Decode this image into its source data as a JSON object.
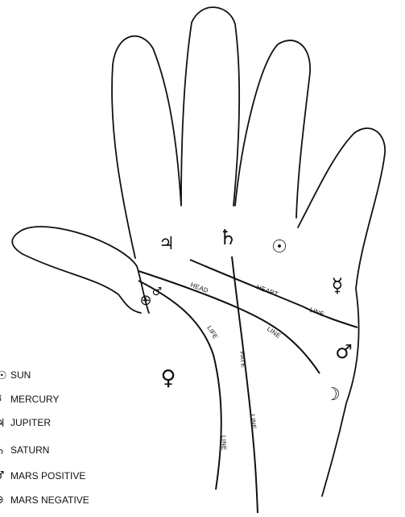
{
  "planet_symbols": {
    "jupiter": "♃",
    "saturn": "♄",
    "sun": "☉",
    "mercury": "☿",
    "mars_positive": "♂",
    "mars_negative": "⊕",
    "venus": "♀",
    "moon": "☽"
  },
  "line_labels": {
    "heart": "HEART",
    "head": "HEAD",
    "line_heart": "LINE",
    "line_head": "LINE",
    "life": "LIFE",
    "line_life": "LINE",
    "fate": "FATE",
    "line_fate": "LINE"
  },
  "legend": [
    {
      "glyph": "☉",
      "label": "SUN"
    },
    {
      "glyph": "☿",
      "label": "MERCURY"
    },
    {
      "glyph": "♃",
      "label": "JUPITER"
    },
    {
      "glyph": "♄",
      "label": "SATURN"
    },
    {
      "glyph": "♂",
      "label": "MARS POSITIVE"
    },
    {
      "glyph": "⊕",
      "label": "MARS NEGATIVE"
    }
  ]
}
